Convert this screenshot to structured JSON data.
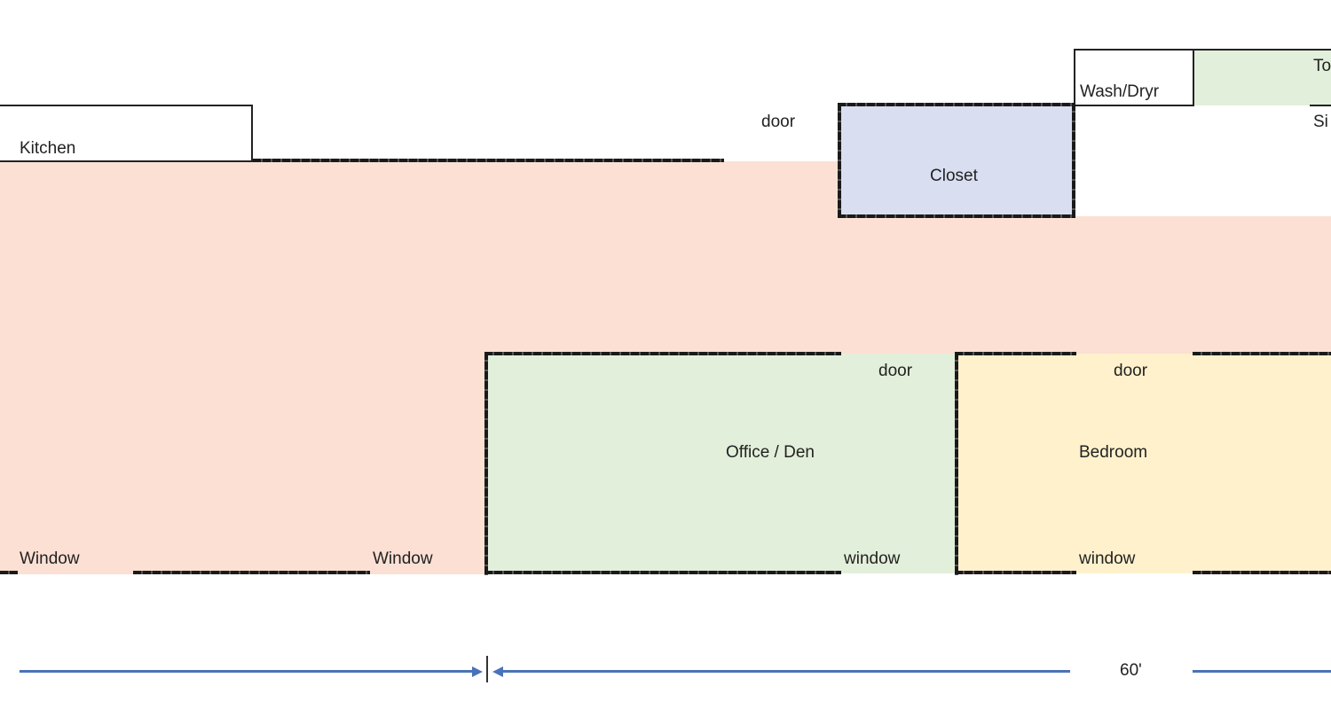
{
  "colors": {
    "main_area": "#fce0d4",
    "closet": "#d9def0",
    "office": "#e2efda",
    "bedroom": "#fff1cc",
    "toilet_strip": "#e2efda",
    "dimension_line": "#4a72b8"
  },
  "rooms": {
    "kitchen": "Kitchen",
    "wash_dryer": "Wash/Dryr",
    "toilet_partial": "To",
    "sink_partial": "Si",
    "closet": "Closet",
    "office": "Office / Den",
    "bedroom": "Bedroom"
  },
  "labels": {
    "door_top": "door",
    "door_office": "door",
    "door_bedroom": "door",
    "window_left": "Window",
    "window_mid": "Window",
    "window_office": "window",
    "window_bedroom": "window"
  },
  "dimension": {
    "label": "60'"
  }
}
